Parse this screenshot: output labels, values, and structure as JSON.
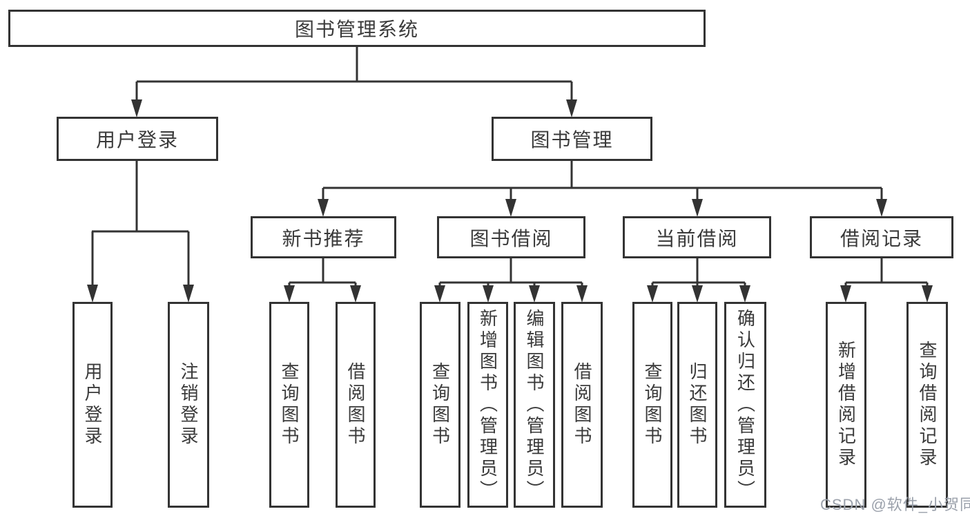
{
  "diagram": {
    "type": "tree",
    "root": "图书管理系统",
    "level2": {
      "user_login": "用户登录",
      "book_management": "图书管理"
    },
    "level3": {
      "new_book_recommend": "新书推荐",
      "book_borrowing": "图书借阅",
      "current_borrowing": "当前借阅",
      "borrowing_records": "借阅记录"
    },
    "leaves": [
      "用户登录",
      "注销登录",
      "查询图书",
      "借阅图书",
      "查询图书",
      "新增图书（管理员）",
      "编辑图书（管理员）",
      "借阅图书",
      "查询图书",
      "归还图书",
      "确认归还（管理员）",
      "新增借阅记录",
      "查询借阅记录"
    ],
    "hierarchy": {
      "图书管理系统": [
        "用户登录",
        "图书管理"
      ],
      "用户登录": [
        "用户登录",
        "注销登录"
      ],
      "图书管理": [
        "新书推荐",
        "图书借阅",
        "当前借阅",
        "借阅记录"
      ],
      "新书推荐": [
        "查询图书",
        "借阅图书"
      ],
      "图书借阅": [
        "查询图书",
        "新增图书（管理员）",
        "编辑图书（管理员）",
        "借阅图书"
      ],
      "当前借阅": [
        "查询图书",
        "归还图书",
        "确认归还（管理员）"
      ],
      "借阅记录": [
        "新增借阅记录",
        "查询借阅记录"
      ]
    }
  },
  "watermark": "CSDN @软件_小贺同学",
  "colors": {
    "line": "#333333",
    "text": "#3a3a3a",
    "watermark": "#9ba1ab",
    "background": "#ffffff"
  }
}
